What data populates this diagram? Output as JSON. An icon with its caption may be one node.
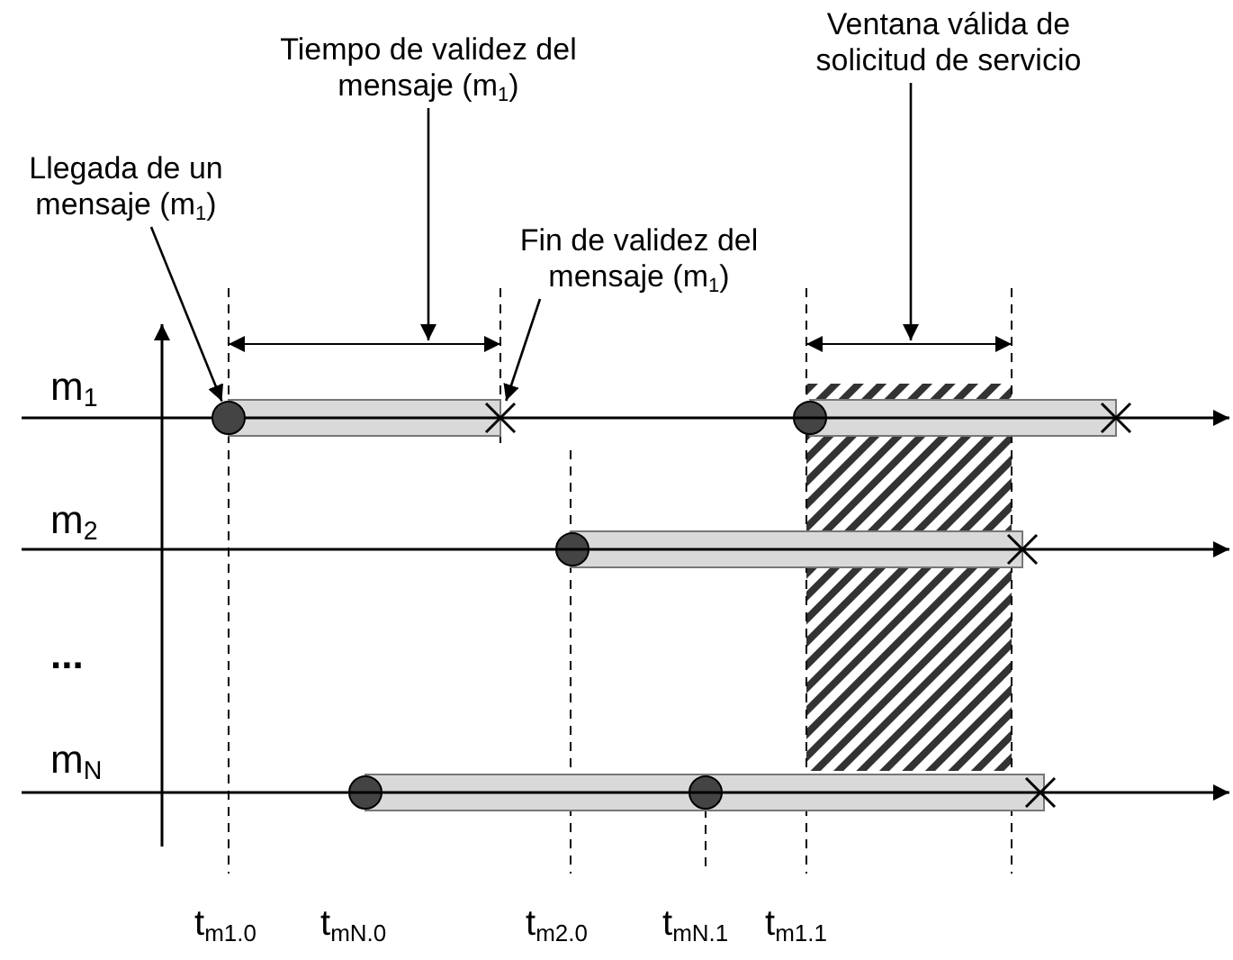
{
  "diagram": {
    "nodes": [
      {
        "text": [
          "Llegada de un mensaje (m$_{1}$)"
        ]
      },
      {
        "text": [],
        "shape": "circle"
      },
      {
        "text": [
          "Fin de validez del mensaje (m$_{1}$)"
        ]
      },
      {
        "text": [],
        "shape": "cross"
      },
      {
        "text": [
          "Tiempo de validez del mensaje (m$_{1}$)"
        ]
      },
      {
        "text": [
          "Ventana válida de solicitud de servicio"
        ]
      }
    ],
    "edges": [
      {
        "from": 0,
        "to": 1,
        "arrow": "to"
      },
      {
        "from": 2,
        "to": 3,
        "arrow": "to"
      },
      {
        "from": 4,
        "to": null,
        "arrow": "to"
      },
      {
        "from": 5,
        "to": null,
        "arrow": "to"
      }
    ],
    "labels": [
      "m$_{1}$",
      "m$_{2}$",
      "...",
      "m$_{N}$",
      "t$_{m1.0}$",
      "t$_{mN.0}$",
      "t$_{m2.0}$",
      "t$_{mN.1}$",
      "t$_{m1.1}$"
    ]
  }
}
